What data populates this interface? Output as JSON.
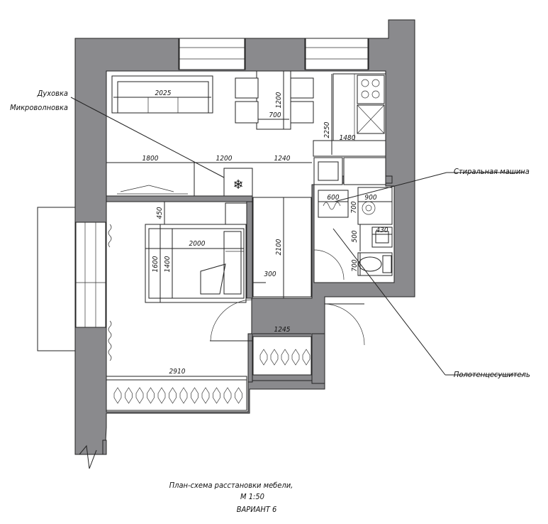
{
  "callouts": {
    "oven": "Духовка",
    "microwave": "Микроволновка",
    "washer": "Стиральная машина",
    "towel_dryer": "Полотенцесушитель"
  },
  "dimensions": {
    "sofa": "2025",
    "table_len": "1200",
    "table_w": "700",
    "kitchen_len": "2250",
    "kitchen_depth": "1480",
    "wardrobe": "1800",
    "fridge_zone": "1200",
    "hall_w": "1240",
    "bed_len": "2000",
    "bed_w_outer": "1600",
    "bed_w_inner": "1400",
    "bed_gap": "450",
    "corridor_len": "2100",
    "step": "300",
    "wash_w": "600",
    "wash_d": "700",
    "bath_w": "900",
    "sink_w": "430",
    "bath_gap": "500",
    "wc_depth": "700",
    "closet_w": "1245",
    "radiator_w": "2910"
  },
  "caption": {
    "line1": "План-схема расстановки мебели,",
    "line2": "М 1:50",
    "line3": "ВАРИАНТ 6"
  }
}
